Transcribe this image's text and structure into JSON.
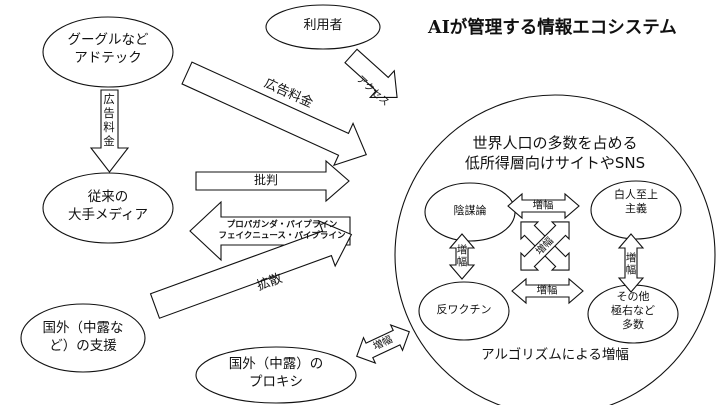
{
  "title": "AIが管理する情報エコシステム",
  "nodes": {
    "adtech": "グーグルなど\nアドテック",
    "user": "利用者",
    "media": "従来の\n大手メディア",
    "foreign_support": "国外（中露な\nど）の支援",
    "foreign_proxy": "国外（中露）の\nプロキシ",
    "conspiracy": "陰謀論",
    "white_supremacy": "白人至上\n主義",
    "anti_vax": "反ワクチン",
    "far_right": "その他\n極右など\n多数"
  },
  "circle": {
    "heading": "世界人口の多数を占める\n低所得層向けサイトやSNS",
    "footer": "アルゴリズムによる増幅"
  },
  "arrows": {
    "access": "アクセス",
    "ad_fee": "広告料金",
    "ad_fee_vertical": "広告料金",
    "criticism": "批判",
    "propaganda": "プロパガンダ・パイプライン\nフェイクニュース・パイプライン",
    "spread": "拡散",
    "amplify_proxy": "増幅",
    "amplify_top": "増幅",
    "amplify_bottom": "増幅",
    "amplify_left": "増幅",
    "amplify_right": "増幅",
    "amplify_center": "増幅"
  }
}
